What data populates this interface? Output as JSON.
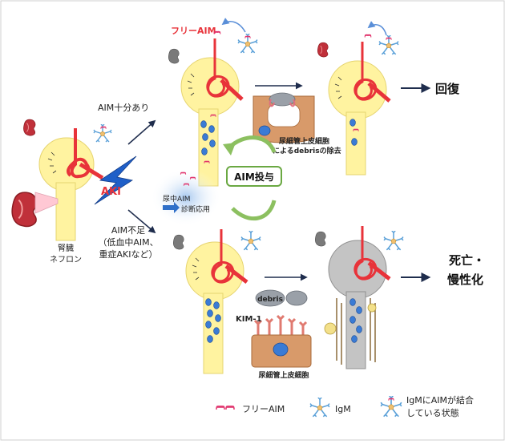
{
  "labels": {
    "free_aim_top": "フリーAIM",
    "aim_sufficient": "AIM十分あり",
    "aim_insufficient": "AIM不足",
    "aim_insufficient_detail_1": "（低血中AIM、",
    "aim_insufficient_detail_2": "重症AKIなど）",
    "aki": "AKI",
    "kidney_1": "腎臓",
    "kidney_2": "ネフロン",
    "debris_removal_1": "尿細管上皮細胞",
    "debris_removal_2": "によるdebrisの除去",
    "aim_dosing": "AIM投与",
    "urine_aim_1": "尿中AIM",
    "urine_aim_2": "診断応用",
    "recovery": "回復",
    "death_1": "死亡・",
    "death_2": "慢性化",
    "debris": "debris",
    "kim1": "KIM-1",
    "tubular_cells": "尿細管上皮細胞"
  },
  "legend": {
    "free_aim": "フリーAIM",
    "igm": "IgM",
    "complex_1": "IgMにAIMが結合",
    "complex_2": "している状態"
  },
  "colors": {
    "tubule": "#fff3a0",
    "tubule_grey": "#b8b8b8",
    "vessel": "#e8333a",
    "cell_blue": "#3a7bd5",
    "aki_bolt": "#1f5fc8",
    "aki_text": "#e8333a",
    "dosing_border": "#6aa842",
    "arrow": "#1f2d4d"
  }
}
